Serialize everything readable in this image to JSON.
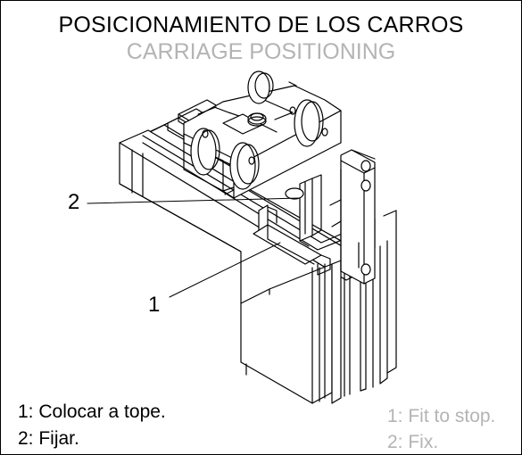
{
  "title": "POSICIONAMIENTO DE LOS CARROS",
  "subtitle": "CARRIAGE POSITIONING",
  "callouts": [
    "2",
    "1"
  ],
  "notes_es": [
    "1: Colocar a tope.",
    "2: Fijar."
  ],
  "notes_en": [
    "1: Fit to stop.",
    "2: Fix."
  ],
  "colors": {
    "line": "#000000",
    "secondary_text": "#b4b4b4",
    "background": "#ffffff"
  }
}
